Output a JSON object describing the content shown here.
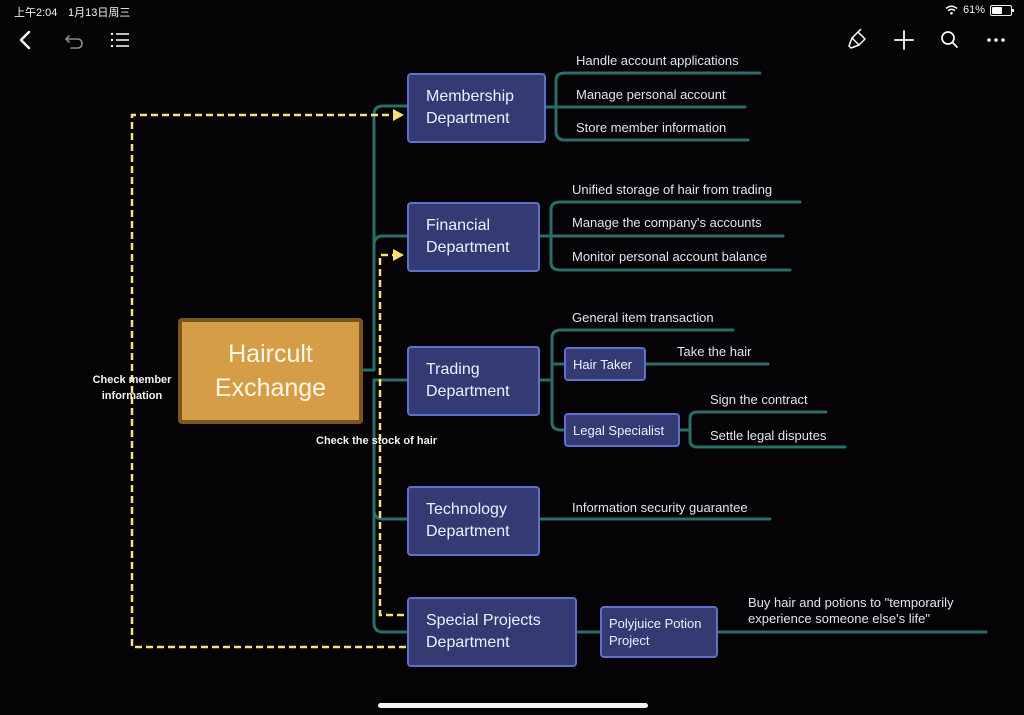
{
  "status_bar": {
    "time": "上午2:04",
    "date": "1月13日周三",
    "battery": "61%",
    "battery_level": 0.61
  },
  "toolbar": {
    "left": [
      "back-icon",
      "undo-icon",
      "outline-icon"
    ],
    "right": [
      "brush-icon",
      "add-icon",
      "search-icon",
      "more-icon"
    ]
  },
  "mindmap": {
    "central": "Haircult Exchange",
    "departments": {
      "membership": {
        "name": "Membership Department",
        "items": [
          "Handle account applications",
          "Manage personal account",
          "Store member information"
        ]
      },
      "financial": {
        "name": "Financial Department",
        "items": [
          "Unified storage of hair from trading",
          "Manage the company's accounts",
          "Monitor personal account balance"
        ]
      },
      "trading": {
        "name": "Trading Department",
        "item": "General item transaction",
        "hair_taker": {
          "name": "Hair Taker",
          "items": [
            "Take the hair"
          ]
        },
        "legal_specialist": {
          "name": "Legal Specialist",
          "items": [
            "Sign the contract",
            "Settle legal disputes"
          ]
        }
      },
      "technology": {
        "name": "Technology Department",
        "items": [
          "Information security guarantee"
        ]
      },
      "special": {
        "name": "Special Projects Department",
        "project": {
          "name": "Polyjuice Potion Project",
          "items": [
            "Buy hair and potions to \"temporarily experience someone else's life\""
          ]
        }
      }
    },
    "relationships": {
      "member_info": "Check member information",
      "stock": "Check the stock of hair"
    }
  },
  "colors": {
    "background": "#050305",
    "connector": "#2a6e69",
    "node_fill": "#343a73",
    "node_border": "#5f70c8",
    "central_fill": "#d59d45",
    "relationship": "#f7e27a"
  }
}
